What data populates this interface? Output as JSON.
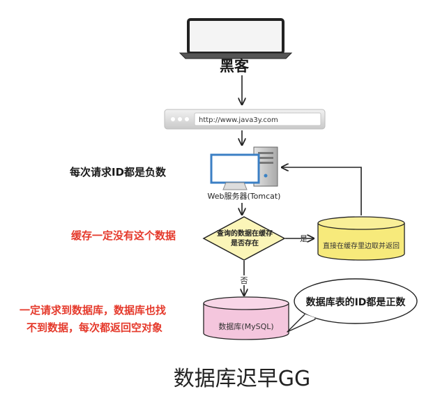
{
  "hacker": {
    "label": "黑客"
  },
  "browser": {
    "url": "http://www.java3y.com"
  },
  "server": {
    "label": "Web服务器(Tomcat)"
  },
  "decision": {
    "line1": "查询的数据在缓存",
    "line2": "是否存在"
  },
  "cache": {
    "label": "直接在缓存里边取并返回"
  },
  "database": {
    "label": "数据库(MySQL)"
  },
  "edges": {
    "yes": "是",
    "no": "否"
  },
  "annotations": {
    "negative_id": "每次请求ID都是负数",
    "not_in_cache": "缓存一定没有这个数据",
    "db_line1": "一定请求到数据库，数据库也找",
    "db_line2": "不到数据，每次都返回空对象",
    "positive_id": "数据库表的ID都是正数"
  },
  "footer": {
    "title": "数据库迟早GG"
  },
  "colors": {
    "decision_fill": "#fbf5b8",
    "cache_fill": "#f7ea7b",
    "db_fill": "#f4c6dd",
    "red_text": "#e53a2c"
  }
}
